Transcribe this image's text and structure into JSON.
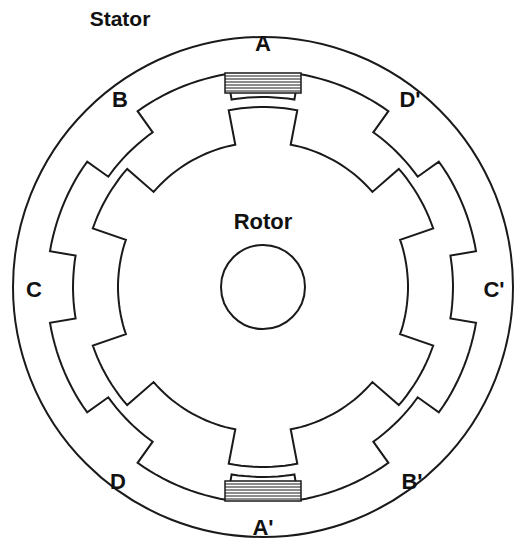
{
  "diagram": {
    "labels": [
      "Stator",
      "A",
      "B",
      "D'",
      "Rotor",
      "C",
      "C'",
      "D",
      "B'",
      "A'"
    ]
  }
}
